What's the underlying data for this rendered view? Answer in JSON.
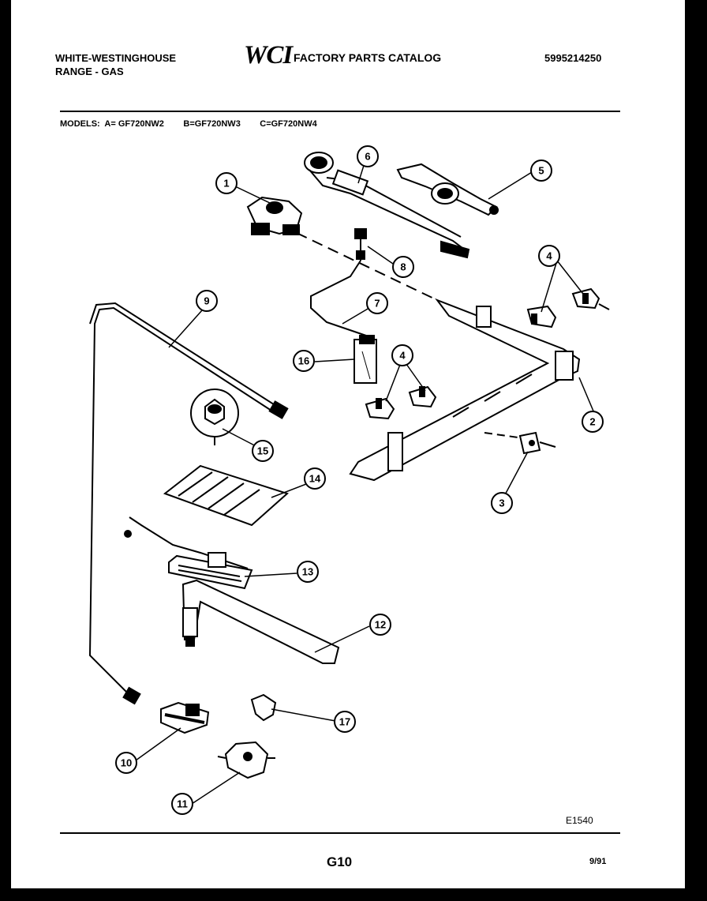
{
  "header": {
    "brand_line1": "WHITE-WESTINGHOUSE",
    "brand_line2": "RANGE - GAS",
    "logo_text": "WCI",
    "catalog_title": "FACTORY PARTS CATALOG",
    "part_number": "5995214250"
  },
  "models_line": "MODELS:  A= GF720NW2        B=GF720NW3        C=GF720NW4",
  "callouts": [
    "1",
    "2",
    "3",
    "4",
    "4",
    "5",
    "6",
    "7",
    "8",
    "9",
    "10",
    "11",
    "12",
    "13",
    "14",
    "15",
    "16",
    "17"
  ],
  "footer": {
    "drawing_code": "E1540",
    "page_code": "G10",
    "date": "9/91"
  }
}
